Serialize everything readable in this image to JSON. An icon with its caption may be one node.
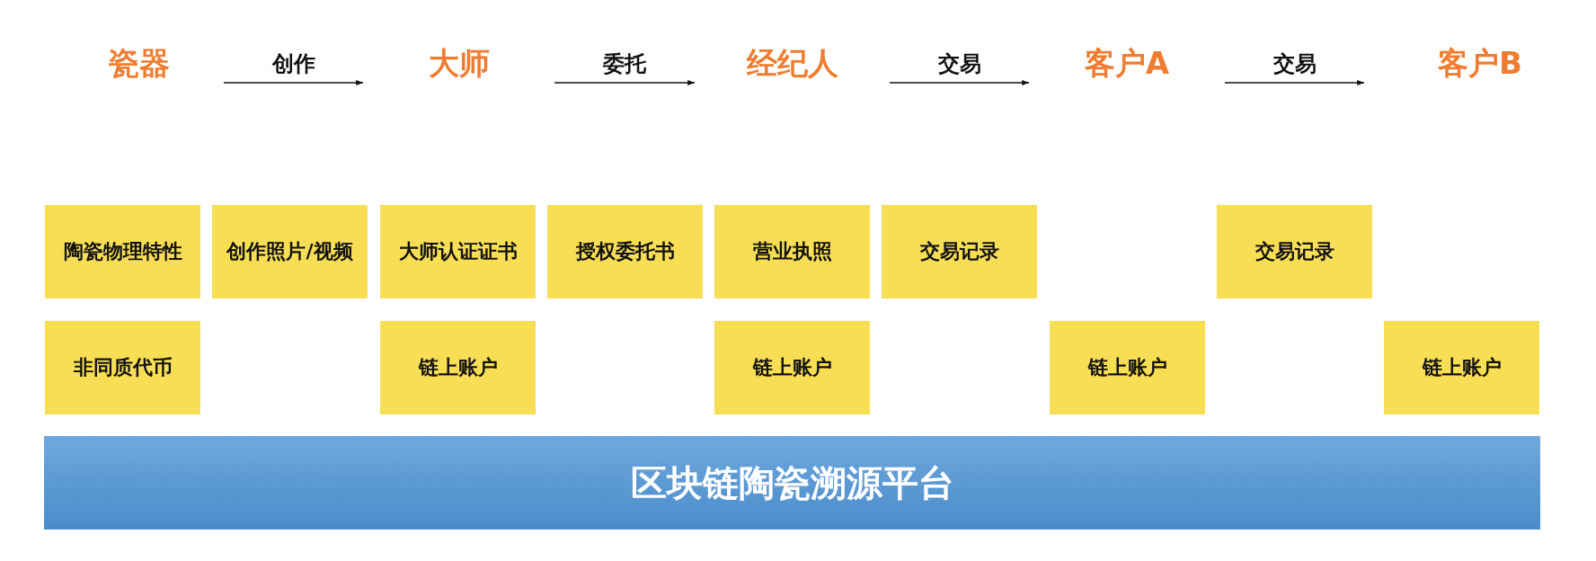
{
  "diagram": {
    "nodes": [
      {
        "text": [
          "瓷器"
        ]
      },
      {
        "text": [
          "大师"
        ]
      },
      {
        "text": [
          "经纪人"
        ]
      },
      {
        "text": [
          "客户A"
        ]
      },
      {
        "text": [
          "客户B"
        ]
      },
      {
        "text": [
          "陶瓷物理特性"
        ]
      },
      {
        "text": [
          "创作照片/视频"
        ]
      },
      {
        "text": [
          "大师认证证书"
        ]
      },
      {
        "text": [
          "授权委托书"
        ]
      },
      {
        "text": [
          "营业执照"
        ]
      },
      {
        "text": [
          "交易记录"
        ]
      },
      {
        "text": [
          "交易记录"
        ]
      },
      {
        "text": [
          "非同质代币"
        ]
      },
      {
        "text": [
          "链上账户"
        ]
      },
      {
        "text": [
          "链上账户"
        ]
      },
      {
        "text": [
          "链上账户"
        ]
      },
      {
        "text": [
          "链上账户"
        ]
      },
      {
        "text": [
          "区块链陶瓷溯源平台"
        ]
      }
    ],
    "edges": [
      {
        "from": 0,
        "to": 1,
        "arrow": "to",
        "label": "创作"
      },
      {
        "from": 1,
        "to": 2,
        "arrow": "to",
        "label": "委托"
      },
      {
        "from": 2,
        "to": 3,
        "arrow": "to",
        "label": "交易"
      },
      {
        "from": 3,
        "to": 4,
        "arrow": "to",
        "label": "交易"
      }
    ]
  }
}
